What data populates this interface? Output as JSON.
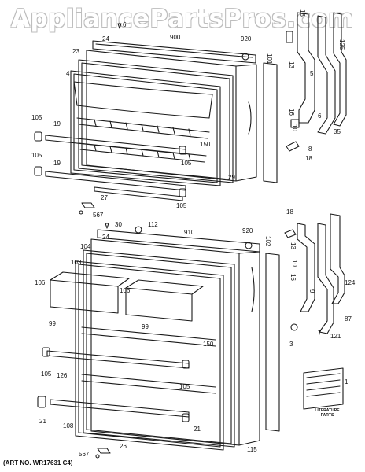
{
  "watermark": "AppliancePartsPros.com",
  "art_number": "(ART NO. WR17631 C4)",
  "literature_label": "LITERATURE PARTS",
  "callouts": [
    {
      "id": "freezer-6",
      "text": "6"
    },
    {
      "id": "freezer-900",
      "text": "900"
    },
    {
      "id": "freezer-920",
      "text": "920"
    },
    {
      "id": "freezer-24",
      "text": "24"
    },
    {
      "id": "freezer-23",
      "text": "23"
    },
    {
      "id": "freezer-4",
      "text": "4"
    },
    {
      "id": "freezer-101",
      "text": "101"
    },
    {
      "id": "freezer-18-top",
      "text": "18"
    },
    {
      "id": "freezer-125",
      "text": "125"
    },
    {
      "id": "freezer-13",
      "text": "13"
    },
    {
      "id": "freezer-5",
      "text": "5"
    },
    {
      "id": "freezer-16",
      "text": "16"
    },
    {
      "id": "freezer-10",
      "text": "10"
    },
    {
      "id": "freezer-6b",
      "text": "6"
    },
    {
      "id": "freezer-35",
      "text": "35"
    },
    {
      "id": "freezer-8",
      "text": "8"
    },
    {
      "id": "freezer-18-bottom",
      "text": "18"
    },
    {
      "id": "freezer-105-a",
      "text": "105"
    },
    {
      "id": "freezer-19-a",
      "text": "19"
    },
    {
      "id": "freezer-105-b",
      "text": "105"
    },
    {
      "id": "freezer-19-b",
      "text": "19"
    },
    {
      "id": "freezer-150",
      "text": "150"
    },
    {
      "id": "freezer-105-c",
      "text": "105"
    },
    {
      "id": "freezer-29",
      "text": "29"
    },
    {
      "id": "freezer-27",
      "text": "27"
    },
    {
      "id": "freezer-567",
      "text": "567"
    },
    {
      "id": "freezer-105-d",
      "text": "105"
    },
    {
      "id": "fresh-30",
      "text": "30"
    },
    {
      "id": "fresh-112",
      "text": "112"
    },
    {
      "id": "fresh-910",
      "text": "910"
    },
    {
      "id": "fresh-920",
      "text": "920"
    },
    {
      "id": "fresh-24",
      "text": "24"
    },
    {
      "id": "fresh-104",
      "text": "104"
    },
    {
      "id": "fresh-102",
      "text": "102"
    },
    {
      "id": "fresh-103",
      "text": "103"
    },
    {
      "id": "fresh-18",
      "text": "18"
    },
    {
      "id": "fresh-13",
      "text": "13"
    },
    {
      "id": "fresh-10",
      "text": "10"
    },
    {
      "id": "fresh-16",
      "text": "16"
    },
    {
      "id": "fresh-9",
      "text": "9"
    },
    {
      "id": "fresh-106-a",
      "text": "106"
    },
    {
      "id": "fresh-106-b",
      "text": "106"
    },
    {
      "id": "fresh-99-a",
      "text": "99"
    },
    {
      "id": "fresh-99-b",
      "text": "99"
    },
    {
      "id": "fresh-124",
      "text": "124"
    },
    {
      "id": "fresh-87",
      "text": "87"
    },
    {
      "id": "fresh-7",
      "text": "7"
    },
    {
      "id": "fresh-121",
      "text": "121"
    },
    {
      "id": "fresh-3",
      "text": "3"
    },
    {
      "id": "fresh-105-a",
      "text": "105"
    },
    {
      "id": "fresh-126",
      "text": "126"
    },
    {
      "id": "fresh-150",
      "text": "150"
    },
    {
      "id": "fresh-105-b",
      "text": "105"
    },
    {
      "id": "fresh-1",
      "text": "1"
    },
    {
      "id": "fresh-21-a",
      "text": "21"
    },
    {
      "id": "fresh-108",
      "text": "108"
    },
    {
      "id": "fresh-21-b",
      "text": "21"
    },
    {
      "id": "fresh-115",
      "text": "115"
    },
    {
      "id": "fresh-567",
      "text": "567"
    },
    {
      "id": "fresh-26",
      "text": "26"
    }
  ]
}
